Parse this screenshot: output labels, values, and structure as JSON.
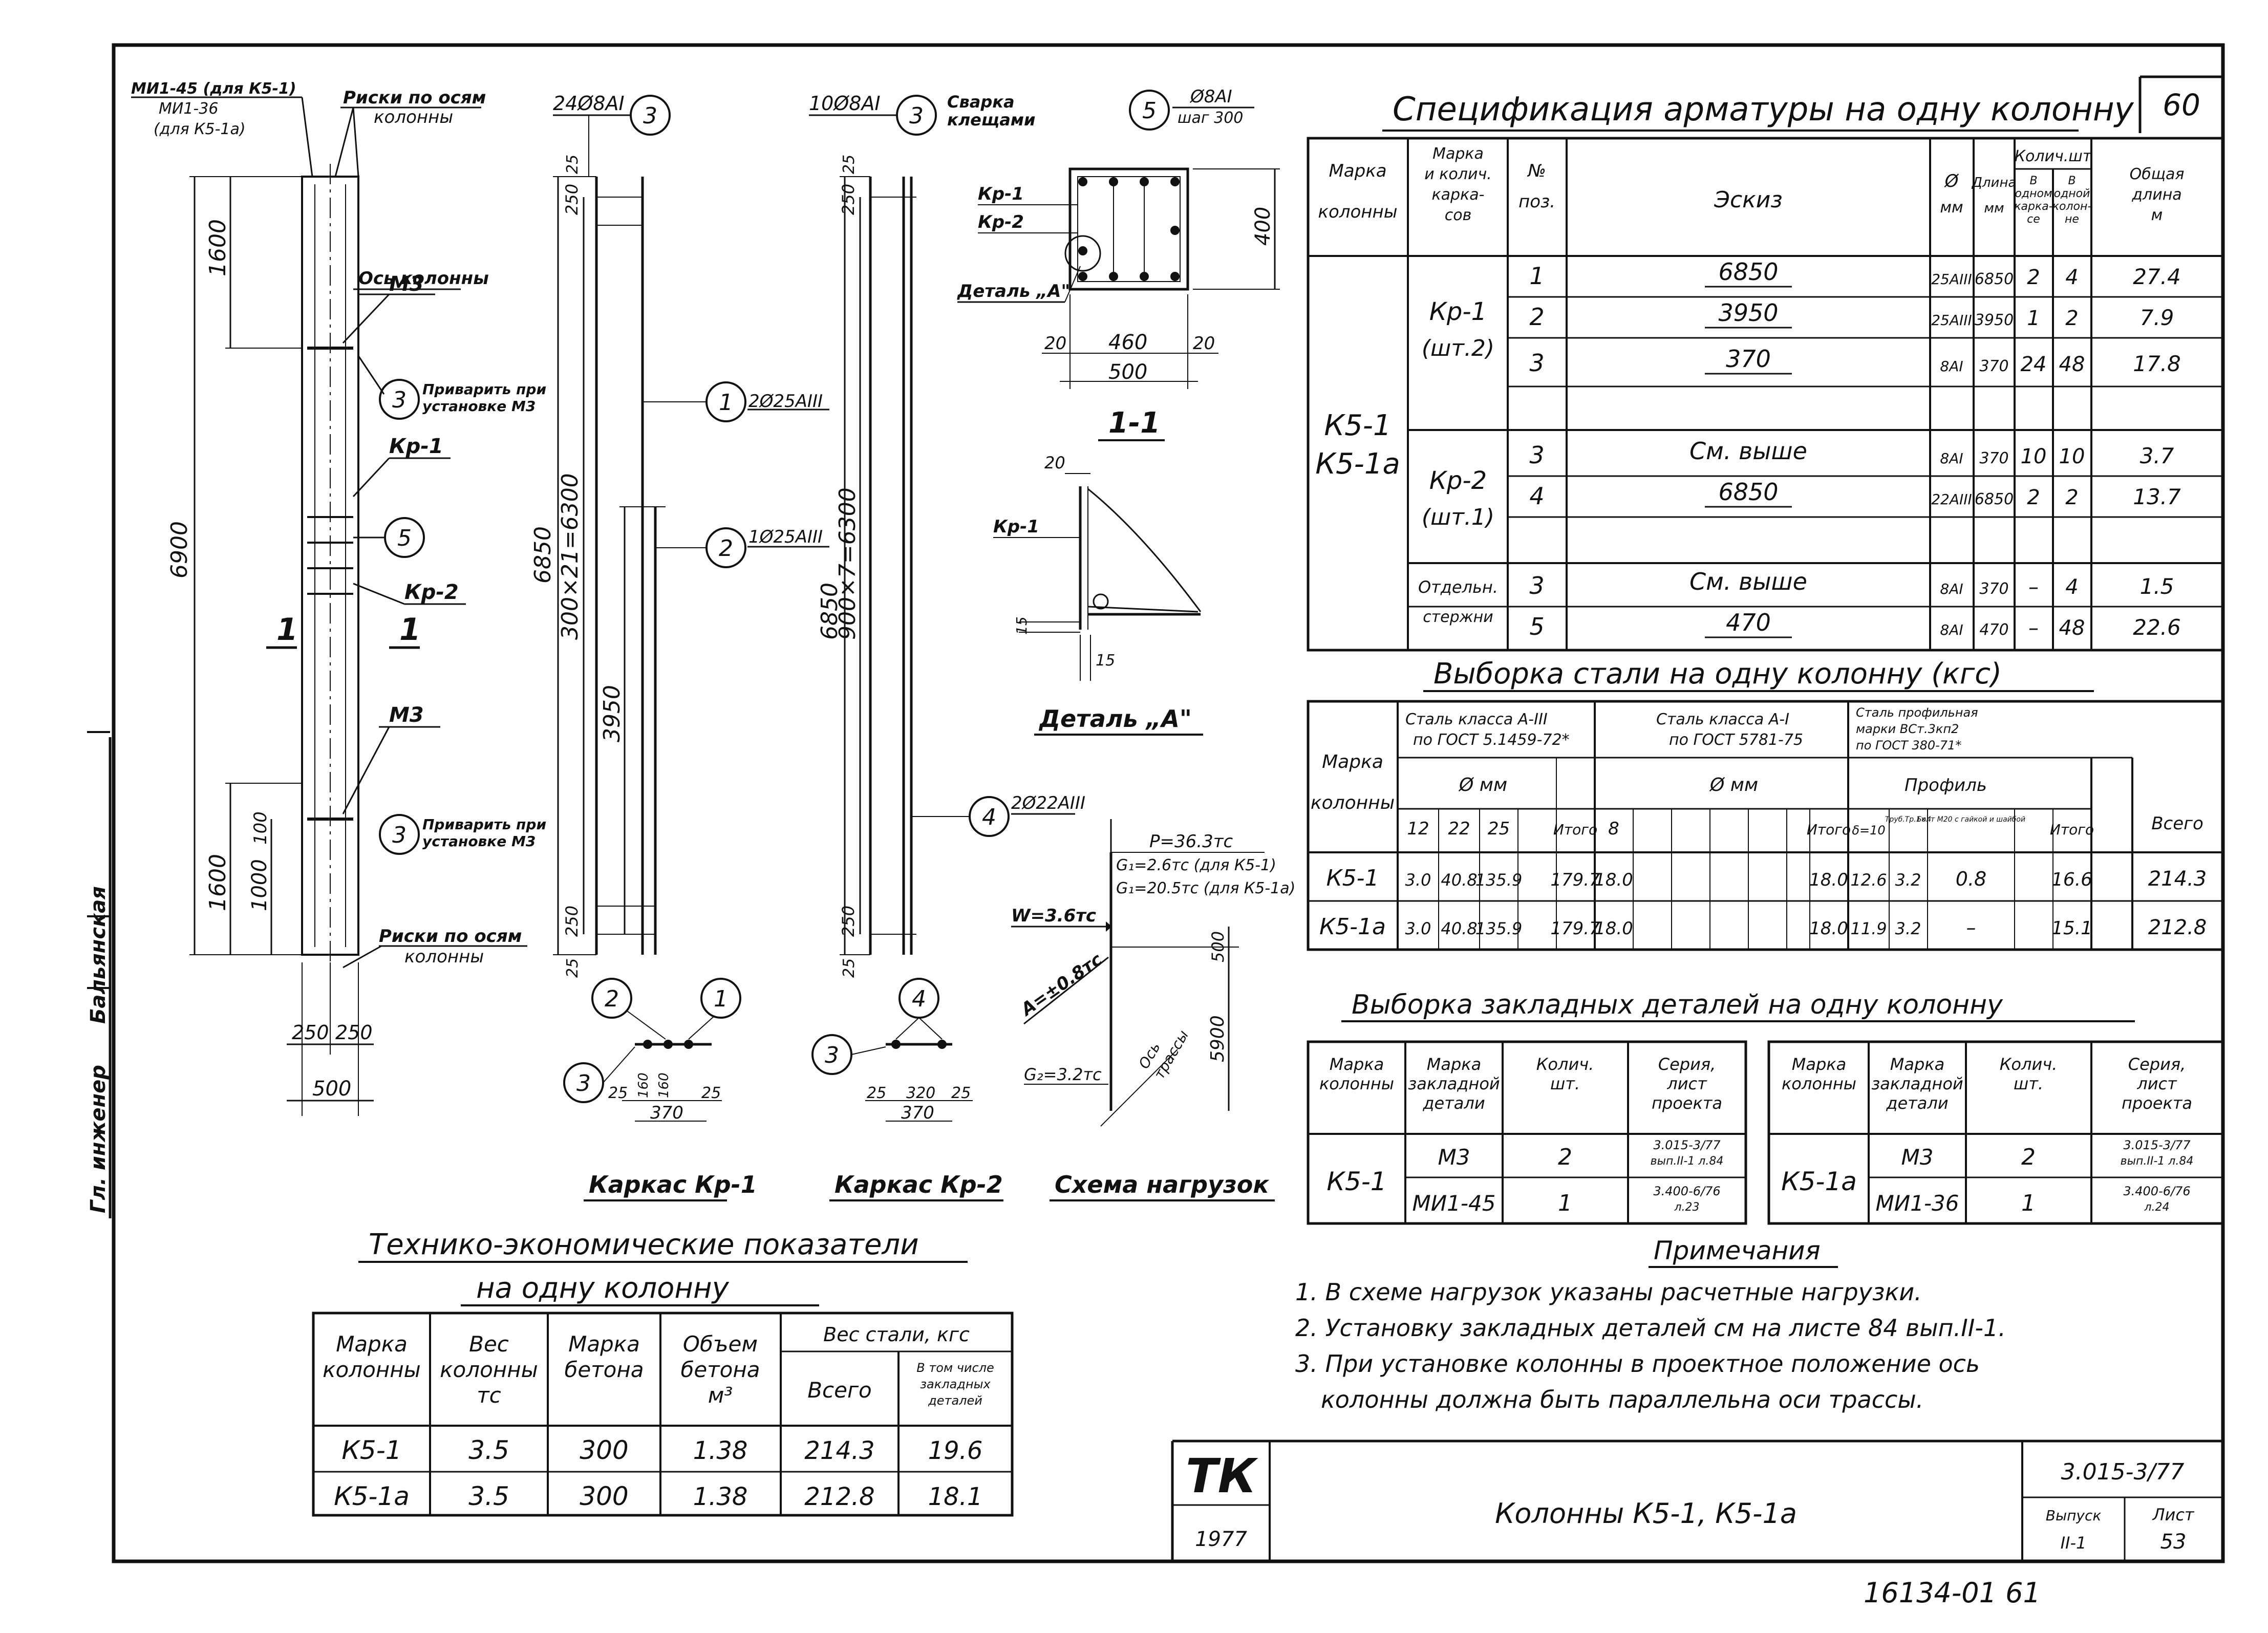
{
  "page_number": "60",
  "spec": {
    "title": "Спецификация арматуры на одну колонну",
    "headers": {
      "mark": [
        "Марка",
        "колонны"
      ],
      "frame": [
        "Марка",
        "и колич.",
        "карка-",
        "сов"
      ],
      "pos": [
        "№",
        "поз."
      ],
      "sketch": "Эскиз",
      "dia": [
        "Ø",
        "мм"
      ],
      "len": [
        "Длина",
        "мм"
      ],
      "qty": "Колич.шт",
      "qty_a": [
        "В",
        "одном",
        "карка-",
        "се"
      ],
      "qty_b": [
        "В",
        "одной",
        "колон-",
        "не"
      ],
      "total": [
        "Общая",
        "длина",
        "м"
      ]
    },
    "column_mark": [
      "К5-1",
      "К5-1а"
    ],
    "groups": [
      {
        "label": [
          "Кр-1",
          "(шт.2)"
        ]
      },
      {
        "label": [
          "Кр-2",
          "(шт.1)"
        ]
      },
      {
        "label": [
          "Отдельн.",
          "стержни"
        ]
      }
    ],
    "rows": [
      {
        "pos": "1",
        "sketch": "6850",
        "dia": "25АIII",
        "len": "6850",
        "a": "2",
        "b": "4",
        "total": "27.4"
      },
      {
        "pos": "2",
        "sketch": "3950",
        "dia": "25АIII",
        "len": "3950",
        "a": "1",
        "b": "2",
        "total": "7.9"
      },
      {
        "pos": "3",
        "sketch": "370",
        "dia": "8АI",
        "len": "370",
        "a": "24",
        "b": "48",
        "total": "17.8"
      },
      {
        "pos": "3",
        "sketch": "См. выше",
        "dia": "8АI",
        "len": "370",
        "a": "10",
        "b": "10",
        "total": "3.7"
      },
      {
        "pos": "4",
        "sketch": "6850",
        "dia": "22АIII",
        "len": "6850",
        "a": "2",
        "b": "2",
        "total": "13.7"
      },
      {
        "pos": "3",
        "sketch": "См. выше",
        "dia": "8АI",
        "len": "370",
        "a": "–",
        "b": "4",
        "total": "1.5"
      },
      {
        "pos": "5",
        "sketch": "470",
        "dia": "8АI",
        "len": "470",
        "a": "–",
        "b": "48",
        "total": "22.6"
      }
    ]
  },
  "steel": {
    "title": "Выборка стали на одну колонну (кгс)",
    "mark_header": [
      "Марка",
      "колонны"
    ],
    "group_a3": [
      "Сталь класса А-III",
      "по ГОСТ 5.1459-72*"
    ],
    "group_a1": [
      "Сталь класса А-I",
      "по ГОСТ 5781-75"
    ],
    "group_profile": [
      "Сталь профильная",
      "марки ВСт.3кп2",
      "по ГОСТ 380-71*"
    ],
    "dia_mm": "Ø мм",
    "profile": "Профиль",
    "cols_a3": [
      "12",
      "22",
      "25"
    ],
    "cols_a1": [
      "8"
    ],
    "itogo": "Итого",
    "cols_profile": [
      "δ=10",
      "Труб.Тр.1×4",
      "Болт М20 с гайкой и шайбой"
    ],
    "vsego": "Всего",
    "rows": [
      {
        "mark": "К5-1",
        "a3": [
          "3.0",
          "40.8",
          "135.9"
        ],
        "a3_total": "179.7",
        "a1": [
          "18.0"
        ],
        "a1_total": "18.0",
        "profile": [
          "12.6",
          "3.2",
          "0.8"
        ],
        "profile_total": "16.6",
        "total": "214.3"
      },
      {
        "mark": "К5-1а",
        "a3": [
          "3.0",
          "40.8",
          "135.9"
        ],
        "a3_total": "179.7",
        "a1": [
          "18.0"
        ],
        "a1_total": "18.0",
        "profile": [
          "11.9",
          "3.2",
          "–"
        ],
        "profile_total": "15.1",
        "total": "212.8"
      }
    ]
  },
  "embedded": {
    "title": "Выборка закладных деталей на одну колонну",
    "headers": {
      "mark": [
        "Марка",
        "колонны"
      ],
      "detail": [
        "Марка",
        "закладной",
        "детали"
      ],
      "qty": [
        "Колич.",
        "шт."
      ],
      "series": [
        "Серия,",
        "лист",
        "проекта"
      ]
    },
    "left": {
      "mark": "К5-1",
      "rows": [
        {
          "detail": "М3",
          "qty": "2",
          "series": [
            "3.015-3/77",
            "вып.II-1 л.84"
          ]
        },
        {
          "detail": "МИ1-45",
          "qty": "1",
          "series": [
            "3.400-6/76",
            "л.23"
          ]
        }
      ]
    },
    "right": {
      "mark": "К5-1а",
      "rows": [
        {
          "detail": "М3",
          "qty": "2",
          "series": [
            "3.015-3/77",
            "вып.II-1 л.84"
          ]
        },
        {
          "detail": "МИ1-36",
          "qty": "1",
          "series": [
            "3.400-6/76",
            "л.24"
          ]
        }
      ]
    }
  },
  "notes": {
    "title": "Примечания",
    "items": [
      "1. В схеме нагрузок указаны расчетные нагрузки.",
      "2. Установку закладных деталей см на листе 84 вып.II-1.",
      "3. При установке колонны в проектное положение ось",
      "колонны должна быть параллельна оси трассы."
    ]
  },
  "tech": {
    "title1": "Технико-экономические показатели",
    "title2": "на одну колонну",
    "headers": {
      "mark": [
        "Марка",
        "колонны"
      ],
      "weight": [
        "Вес",
        "колонны",
        "тс"
      ],
      "concrete": [
        "Марка",
        "бетона"
      ],
      "volume": [
        "Объем",
        "бетона",
        "м³"
      ],
      "steel": "Вес стали, кгс",
      "steel_all": "Всего",
      "steel_det": [
        "В том числе",
        "закладных",
        "деталей"
      ]
    },
    "rows": [
      {
        "mark": "К5-1",
        "weight": "3.5",
        "concrete": "300",
        "volume": "1.38",
        "steel": "214.3",
        "det": "19.6"
      },
      {
        "mark": "К5-1а",
        "weight": "3.5",
        "concrete": "300",
        "volume": "1.38",
        "steel": "212.8",
        "det": "18.1"
      }
    ]
  },
  "stamp": {
    "logo": "ТК",
    "year": "1977",
    "title": "Колонны К5-1, К5-1а",
    "series": "3.015-3/77",
    "issue_label": "Выпуск",
    "issue": "II-1",
    "sheet_label": "Лист",
    "sheet": "53"
  },
  "archive": "16134-01 61",
  "side_stamp": [
    "Гл. инженер",
    "Бальянская"
  ],
  "column_view": {
    "labels": {
      "mi": [
        "МИ1-45 (для К5-1)",
        "МИ1-36",
        "(для К5-1а)"
      ],
      "marks_top": [
        "Риски по осям",
        "колонны"
      ],
      "axis": "Ось колонны",
      "m3": "М3",
      "weld": [
        "Приварить при",
        "установке М3"
      ],
      "kr1": "Кр-1",
      "kr2": "Кр-2",
      "marks_bot": [
        "Риски по осям",
        "колонны"
      ],
      "section": "1"
    },
    "dims": {
      "total": "6900",
      "top": "1600",
      "bottom": "1600",
      "b1000": "1000",
      "b100": "100",
      "w250a": "250",
      "w250b": "250",
      "w500": "500"
    },
    "bubbles": [
      "3",
      "5",
      "3"
    ]
  },
  "kr1": {
    "top": "24Ø8АI",
    "bubble": "3",
    "dims": {
      "total": "6850",
      "pitch": "300×21=6300",
      "inner": "3950",
      "t25": "25",
      "t250": "250",
      "b250": "250",
      "b25": "25"
    },
    "callouts": [
      {
        "n": "1",
        "text": "2Ø25АIII"
      },
      {
        "n": "2",
        "text": "1Ø25АIII"
      }
    ],
    "section": {
      "bubbles": [
        "2",
        "1",
        "3"
      ],
      "dims": [
        "25",
        "160",
        "160",
        "25",
        "370"
      ]
    },
    "title": "Каркас Кр-1"
  },
  "kr2": {
    "top": "10Ø8АI",
    "bubble": "3",
    "weld": [
      "Сварка",
      "клещами"
    ],
    "dims": {
      "total": "6850",
      "pitch": "900×7=6300",
      "t25": "25",
      "t250": "250",
      "b250": "250",
      "b25": "25"
    },
    "callout": {
      "n": "4",
      "text": "2Ø22АIII"
    },
    "section": {
      "bubbles": [
        "4",
        "3"
      ],
      "dims": [
        "25",
        "320",
        "25",
        "370"
      ]
    },
    "title": "Каркас Кр-2"
  },
  "section11": {
    "bubble": "5",
    "bar": [
      "Ø8АI",
      "шаг 300"
    ],
    "labels": [
      "Кр-1",
      "Кр-2",
      "Деталь „А\""
    ],
    "dims": [
      "20",
      "460",
      "20",
      "500",
      "400"
    ],
    "title": "1-1"
  },
  "detailA": {
    "labels": [
      "Кр-1"
    ],
    "dims": [
      "20",
      "15",
      "15"
    ],
    "title": "Деталь „А\""
  },
  "loads": {
    "P": "P=36.3тс",
    "G1a": "G₁=2.6тс (для К5-1)",
    "G1b": "G₁=20.5тс (для К5-1а)",
    "W": "W=3.6тс",
    "A": "A=±0.8тс",
    "G2": "G₂=3.2тс",
    "dim500": "500",
    "dim5900": "5900",
    "axis": [
      "Ось",
      "трассы"
    ],
    "title": "Схема нагрузок"
  }
}
